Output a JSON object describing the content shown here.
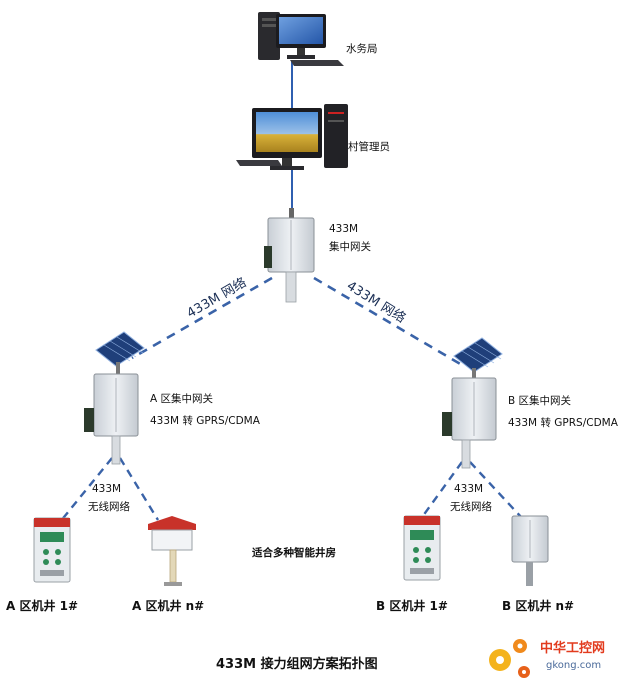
{
  "nodes": {
    "water_bureau": "水务局",
    "village_admin": "村管理员",
    "gateway_main": {
      "line1": "433M",
      "line2": "集中网关"
    },
    "gateway_a": {
      "line1": "A 区集中网关",
      "line2": "433M 转 GPRS/CDMA"
    },
    "gateway_b": {
      "line1": "B 区集中网关",
      "line2": "433M 转 GPRS/CDMA"
    },
    "wells": {
      "a1": "A 区机井 1#",
      "an": "A 区机井 n#",
      "b1": "B 区机井 1#",
      "bn": "B 区机井 n#"
    }
  },
  "links": {
    "net_left": "433M 网络",
    "net_right": "433M 网络",
    "wireless_a": {
      "line1": "433M",
      "line2": "无线网络"
    },
    "wireless_b": {
      "line1": "433M",
      "line2": "无线网络"
    }
  },
  "note": "适合多种智能井房",
  "title": "433M 接力组网方案拓扑图",
  "watermark": {
    "cn": "中华工控网",
    "en": "gkong.com"
  },
  "colors": {
    "link_solid": "#2f5fb0",
    "link_dashed": "#3a63a8",
    "cabinet": "#e6e9ec",
    "panel": "#1f3f7a",
    "well_red": "#c8322a"
  }
}
